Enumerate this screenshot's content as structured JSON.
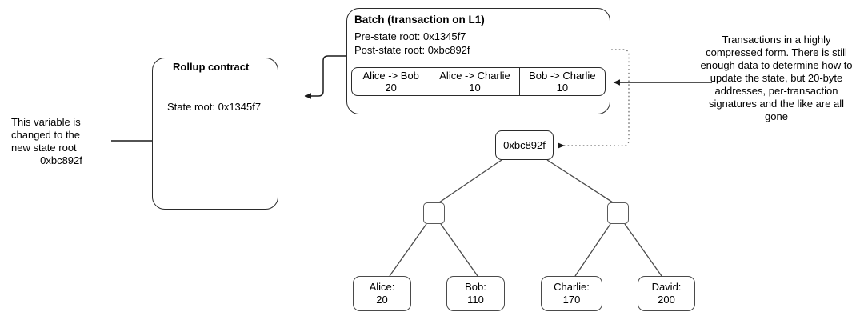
{
  "diagram": {
    "title": "Rollup batch and state tree diagram",
    "colors": {
      "stroke": "#2b2b2b",
      "light_stroke": "#5a5a5a",
      "background": "#ffffff",
      "text": "#000000"
    }
  },
  "rollup_contract": {
    "title": "Rollup contract",
    "state_root_label": "State root: 0x1345f7"
  },
  "batch": {
    "title": "Batch (transaction on L1)",
    "pre_state_root": "Pre-state root: 0x1345f7",
    "post_state_root": "Post-state root: 0xbc892f",
    "transactions": [
      {
        "parties": "Alice -> Bob",
        "amount": "20"
      },
      {
        "parties": "Alice -> Charlie",
        "amount": "10"
      },
      {
        "parties": "Bob -> Charlie",
        "amount": "10"
      }
    ]
  },
  "tree": {
    "root_label": "0xbc892f",
    "internal_nodes": [
      {
        "label": ""
      },
      {
        "label": ""
      }
    ],
    "leaves": [
      {
        "name": "Alice:",
        "value": "20"
      },
      {
        "name": "Bob:",
        "value": "110"
      },
      {
        "name": "Charlie:",
        "value": "170"
      },
      {
        "name": "David:",
        "value": "200"
      }
    ]
  },
  "annotations": {
    "left": {
      "line1": "This variable is",
      "line2": "changed to the",
      "line3": "new state root",
      "line4": "0xbc892f"
    },
    "right": {
      "text": "Transactions in a highly compressed form. There is still enough data to determine how to update the state, but 20-byte addresses, per-transaction signatures and the like are all gone"
    }
  }
}
